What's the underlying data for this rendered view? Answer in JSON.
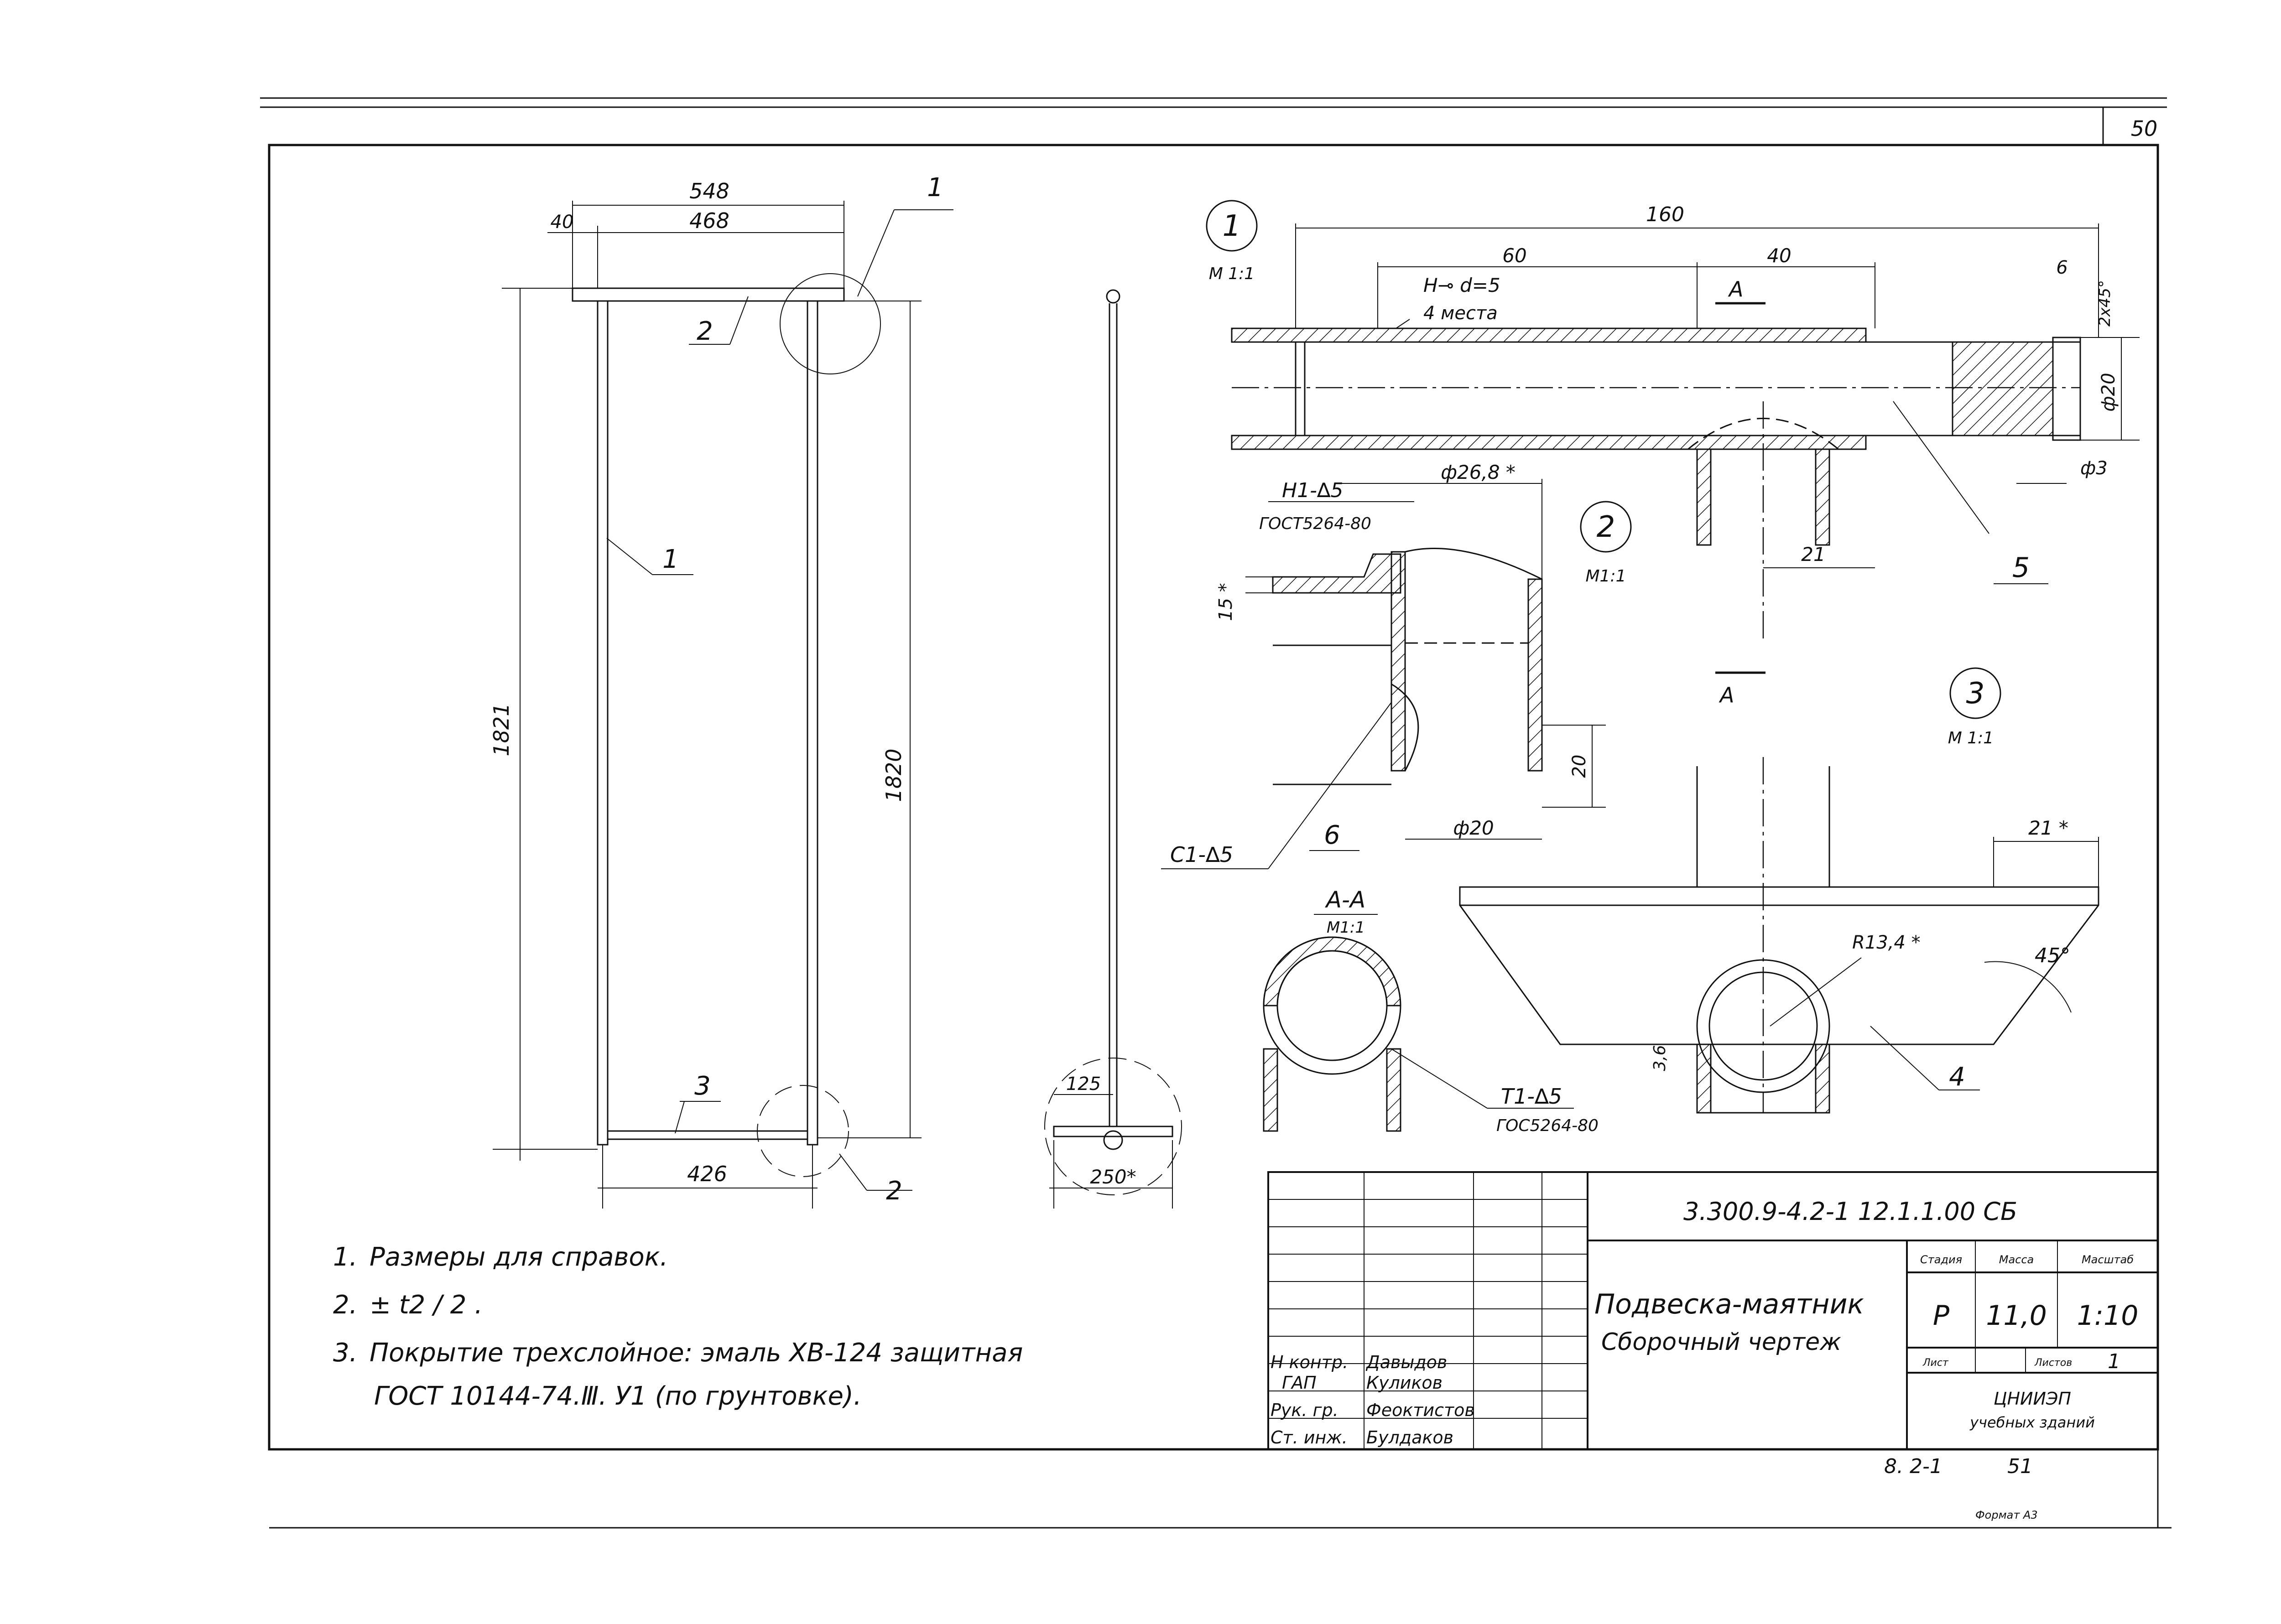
{
  "sheet": {
    "page_number": "50",
    "bottom_code": "8. 2-1",
    "bottom_number": "51",
    "format": "Формат А3"
  },
  "frame_view": {
    "dims": {
      "top_overall": "548",
      "top_inner": "468",
      "top_left": "40",
      "height_left": "1821",
      "height_right": "1820",
      "bottom_width": "426"
    },
    "callouts": {
      "c1": "1",
      "c2": "2",
      "c3": "3",
      "c1_side": "1",
      "c2_bottom": "2"
    }
  },
  "side_view": {
    "dims": {
      "offset": "125",
      "width": "250*"
    }
  },
  "detail1": {
    "number": "1",
    "scale": "М 1:1",
    "dims": {
      "length": "160",
      "seg_60": "60",
      "seg_40": "40",
      "d6": "6",
      "chamfer": "2х45°",
      "dia20": "ф20",
      "dia3": "ф3",
      "d21": "21"
    },
    "hole_note": "H⊸ d=5",
    "hole_count": "4 места",
    "section_mark": "А",
    "section_mark_bottom": "А",
    "part5": "5"
  },
  "detail2": {
    "number": "2",
    "scale": "М1:1",
    "weld_h": "Н1-∆5",
    "gost": "ГОСТ5264-80",
    "dims": {
      "dia268": "ф26,8 *",
      "d15": "15 *",
      "d20": "20",
      "dia20": "ф20"
    },
    "weld_c": "С1-∆5",
    "part6": "6"
  },
  "section_aa": {
    "title": "А-А",
    "scale": "М1:1",
    "weld_t": "Т1-∆5",
    "gost": "ГОС5264-80"
  },
  "detail3": {
    "number": "3",
    "scale": "М 1:1",
    "dims": {
      "d21": "21 *",
      "radius": "R13,4 *",
      "angle": "45°",
      "d36": "3,6"
    },
    "part4": "4"
  },
  "notes": [
    {
      "num": "1.",
      "text": "Размеры для справок."
    },
    {
      "num": "2.",
      "text": "± t2 / 2 ."
    },
    {
      "num": "3.",
      "text": "Покрытие трехслойное: эмаль ХВ-124 защитная"
    },
    {
      "num": "",
      "text": "ГОСТ 10144-74.Ⅲ. У1 (по грунтовке)."
    }
  ],
  "title_block": {
    "code": "3.300.9-4.2-1 12.1.1.00 СБ",
    "title": "Подвеска-маятник",
    "subtitle": "Сборочный чертеж",
    "headers": {
      "stage": "Стадия",
      "mass": "Масса",
      "scale": "Масштаб",
      "sheet": "Лист",
      "sheets": "Листов"
    },
    "values": {
      "stage": "Р",
      "mass": "11,0",
      "scale": "1:10",
      "sheets": "1"
    },
    "org_line1": "ЦНИИЭП",
    "org_line2": "учебных зданий",
    "roles": [
      {
        "role": "Н контр.",
        "name": "Давыдов"
      },
      {
        "role": "ГАП",
        "name": "Куликов"
      },
      {
        "role": "Рук. гр.",
        "name": "Феоктистов"
      },
      {
        "role": "Ст. инж.",
        "name": "Булдаков"
      }
    ]
  }
}
